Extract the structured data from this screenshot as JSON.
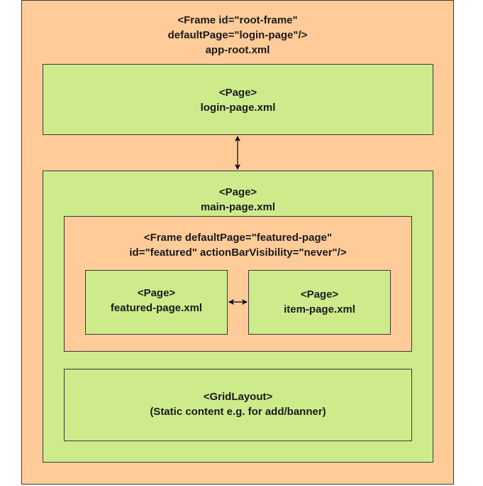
{
  "colors": {
    "frame_fill": "#ffcc99",
    "page_fill": "#cdeb8b",
    "border": "#3a3a3a",
    "arrow": "#000000"
  },
  "root_frame": {
    "line1": "<Frame id=\"root-frame\"",
    "line2": "defaultPage=\"login-page\"/>",
    "line3": "app-root.xml"
  },
  "login_page": {
    "line1": "<Page>",
    "line2": "login-page.xml"
  },
  "main_page": {
    "line1": "<Page>",
    "line2": "main-page.xml"
  },
  "featured_frame": {
    "line1": "<Frame defaultPage=\"featured-page\"",
    "line2": "id=\"featured\" actionBarVisibility=\"never\"/>"
  },
  "featured_page": {
    "line1": "<Page>",
    "line2": "featured-page.xml"
  },
  "item_page": {
    "line1": "<Page>",
    "line2": "item-page.xml"
  },
  "grid_layout": {
    "line1": "<GridLayout>",
    "line2": "(Static content e.g. for add/banner)"
  },
  "connectors": [
    {
      "from": "login_page",
      "to": "main_page",
      "direction": "both"
    },
    {
      "from": "featured_page",
      "to": "item_page",
      "direction": "both"
    }
  ]
}
